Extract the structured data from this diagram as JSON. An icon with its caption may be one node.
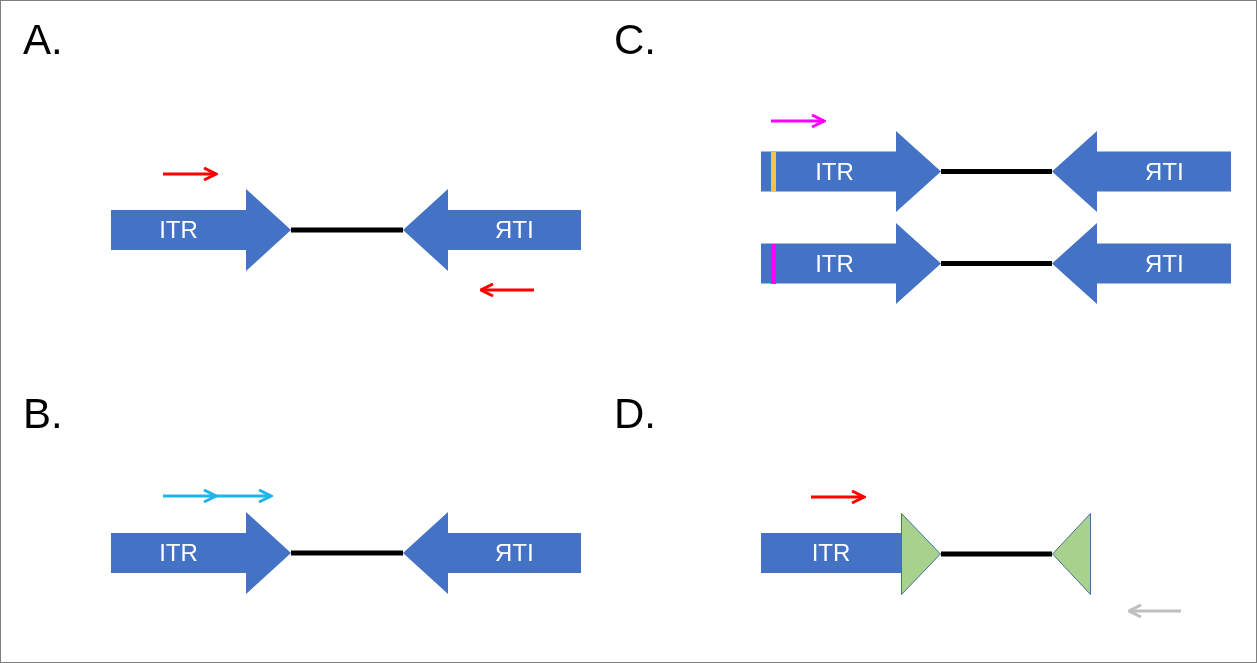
{
  "diagram": {
    "nodes": [
      {
        "text": [
          "ITR"
        ]
      },
      {
        "text": [
          "ITR"
        ]
      },
      {
        "text": [
          "ITR"
        ]
      },
      {
        "text": [
          "ITR"
        ]
      },
      {
        "text": [
          "ITR"
        ]
      },
      {
        "text": [
          "ITR"
        ]
      },
      {
        "text": [
          "ITR"
        ]
      },
      {
        "text": [
          "ITR"
        ]
      },
      {
        "text": [
          "ITR"
        ]
      },
      {
        "text": [],
        "shape": "triangle"
      },
      {
        "text": [],
        "shape": "triangle"
      }
    ],
    "edges": [
      {
        "from": 0,
        "to": 1,
        "arrow": "none"
      },
      {
        "from": 2,
        "to": 3,
        "arrow": "none"
      },
      {
        "from": 4,
        "to": 5,
        "arrow": "none"
      },
      {
        "from": 6,
        "to": 7,
        "arrow": "none"
      },
      {
        "from": 9,
        "to": 10,
        "arrow": "none"
      }
    ],
    "labels": [
      "A.",
      "C.",
      "B.",
      "D."
    ]
  }
}
